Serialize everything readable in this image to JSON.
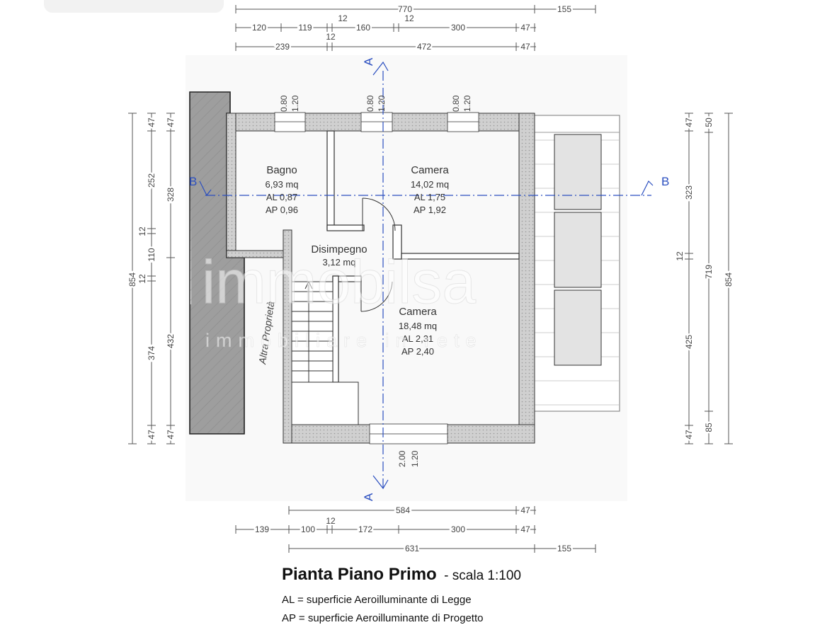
{
  "rooms": [
    {
      "name": "Bagno",
      "area": "6,93 mq",
      "al": "AL 0,87",
      "ap": "AP 0,96"
    },
    {
      "name": "Camera",
      "area": "14,02 mq",
      "al": "AL 1,75",
      "ap": "AP 1,92"
    },
    {
      "name": "Disimpegno",
      "area": "3,12 mq"
    },
    {
      "name": "Camera",
      "area": "18,48 mq",
      "al": "AL 2,31",
      "ap": "AP 2,40"
    }
  ],
  "other_property": "Altra Proprietà",
  "section_labels": {
    "a": "A",
    "b": "B"
  },
  "window_dims": {
    "w1": [
      "0.80",
      "1.20"
    ],
    "w2": [
      "0.80",
      "1.20"
    ],
    "w3": [
      "0.80",
      "1.20"
    ],
    "w4": [
      "2.00",
      "1.20"
    ]
  },
  "dims_top": {
    "row1": [
      "770",
      "155"
    ],
    "row2": [
      "120",
      "119",
      "12",
      "160",
      "12",
      "300",
      "47"
    ],
    "row3": [
      "239",
      "12",
      "472",
      "47"
    ]
  },
  "dims_bottom": {
    "row1": [
      "584",
      "47"
    ],
    "row2": [
      "139",
      "100",
      "12",
      "172",
      "300",
      "47"
    ],
    "row3": [
      "631",
      "155"
    ]
  },
  "dims_left": {
    "outer": [
      "854"
    ],
    "mid": [
      "47",
      "252",
      "12",
      "110",
      "12",
      "374",
      "47"
    ],
    "inner": [
      "47",
      "328",
      "432",
      "47"
    ]
  },
  "dims_right": {
    "inner": [
      "47",
      "323",
      "12",
      "425",
      "47"
    ],
    "mid": [
      "50",
      "719",
      "85"
    ],
    "outer": [
      "854"
    ]
  },
  "watermark": {
    "main": "immobilsa",
    "sub": "immobiliare in rete"
  },
  "caption": {
    "title": "Pianta Piano Primo",
    "scale": "- scala 1:100"
  },
  "legend": [
    "AL = superficie Aeroilluminante di Legge",
    "AP = superficie Aeroilluminante di Progetto"
  ],
  "colors": {
    "wall_fill": "#d4d4d4",
    "section_line": "#2b4fc0",
    "neighbour": "#9e9e9e"
  }
}
